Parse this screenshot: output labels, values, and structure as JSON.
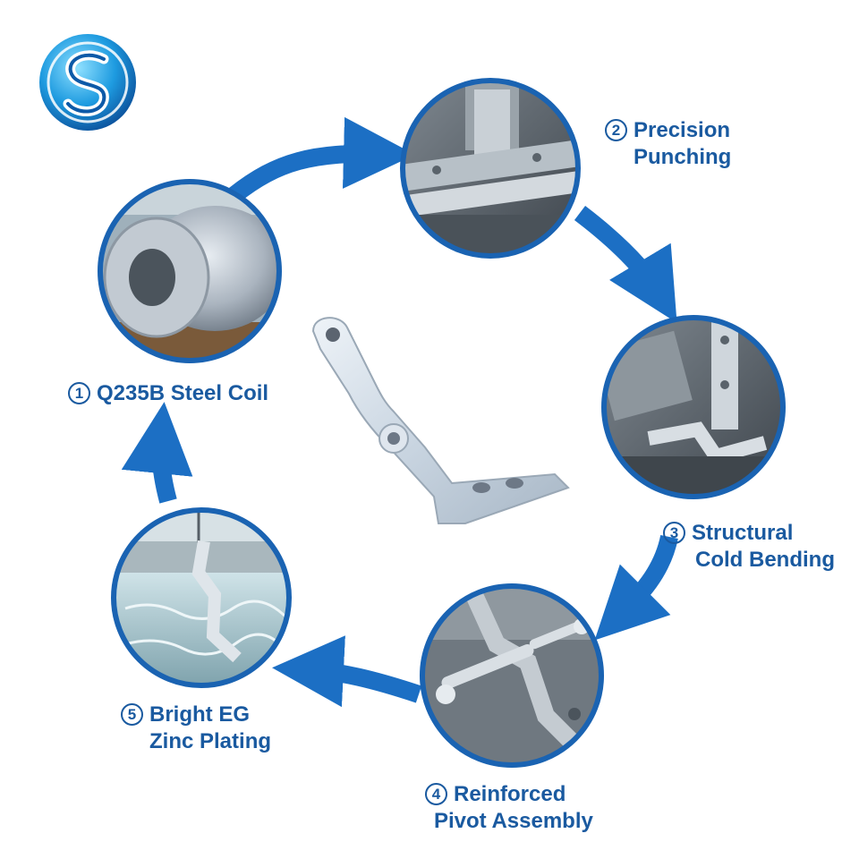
{
  "colors": {
    "accent": "#1a5aa0",
    "arrow": "#1c6fc4",
    "ring": "#1a63b2"
  },
  "logo": {
    "icon": "s-swirl-logo"
  },
  "center": {
    "icon": "bent-hinge-bracket-image"
  },
  "stages": [
    {
      "num": "1",
      "line1": "Q235B Steel Coil",
      "line2": "",
      "image": "steel-coil-photo"
    },
    {
      "num": "2",
      "line1": "Precision",
      "line2": "Punching",
      "image": "punching-press-photo"
    },
    {
      "num": "3",
      "line1": "Structural",
      "line2": "Cold Bending",
      "image": "cold-bending-photo"
    },
    {
      "num": "4",
      "line1": "Reinforced",
      "line2": "Pivot Assembly",
      "image": "pivot-assembly-photo"
    },
    {
      "num": "5",
      "line1": "Bright EG",
      "line2": "Zinc Plating",
      "image": "zinc-plating-bath-photo"
    }
  ]
}
